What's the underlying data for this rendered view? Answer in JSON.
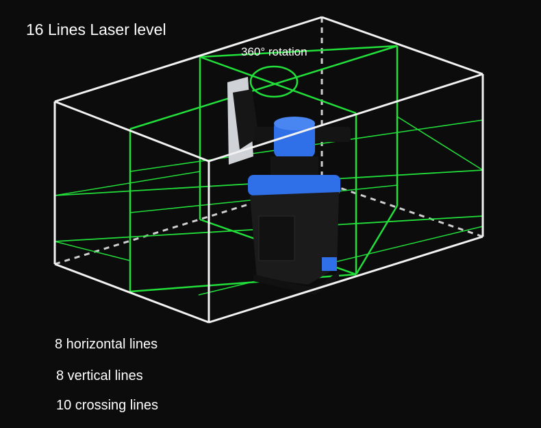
{
  "title": "16 Lines Laser level",
  "rotation_label": "360° rotation",
  "features": [
    "8 horizontal lines",
    "8 vertical lines",
    "10 crossing lines"
  ],
  "colors": {
    "background": "#0c0c0c",
    "laser": "#22e03a",
    "device_accent": "#2f6fe8",
    "device_body": "#1a1a1a"
  }
}
